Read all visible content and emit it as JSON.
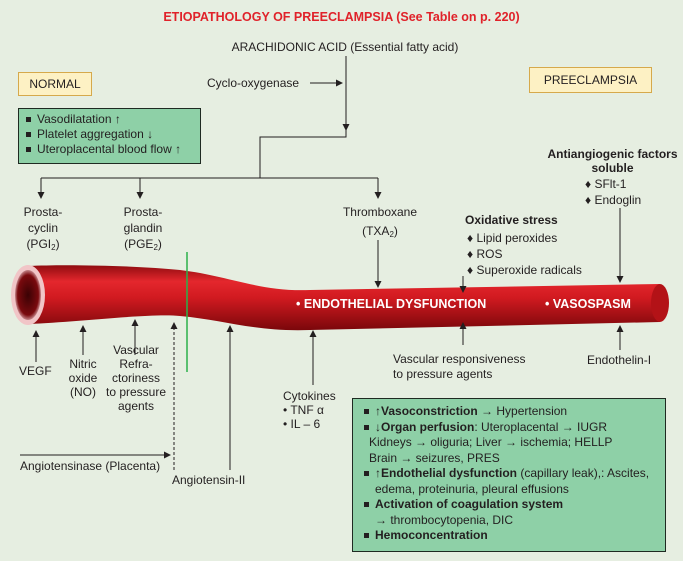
{
  "title": "ETIOPATHOLOGY OF PREECLAMPSIA (See Table on p. 220)",
  "arachidonic": "ARACHIDONIC ACID (Essential fatty acid)",
  "cyclo": "Cyclo-oxygenase",
  "normal_label": "NORMAL",
  "preeclampsia_label": "PREECLAMPSIA",
  "normal_effects": [
    "Vasodilatation ↑",
    "Platelet aggregation ↓",
    "Uteroplacental blood flow ↑"
  ],
  "prostacyclin": {
    "line1": "Prosta-",
    "line2": "cyclin",
    "abbr": "(PGI",
    "sub": "2",
    "close": ")"
  },
  "prostaglandin": {
    "line1": "Prosta-",
    "line2": "glandin",
    "abbr": "(PGE",
    "sub": "2",
    "close": ")"
  },
  "thromboxane": {
    "line1": "Thromboxane",
    "abbr": "(TXA",
    "sub": "2",
    "close": ")"
  },
  "antiangiogenic": {
    "title1": "Antiangiogenic factors",
    "title2": "soluble",
    "items": [
      "SFlt-1",
      "Endoglin"
    ]
  },
  "oxidative": {
    "title": "Oxidative stress",
    "items": [
      "Lipid peroxides",
      "ROS",
      "Superoxide radicals"
    ]
  },
  "vessel": {
    "endothelial": "ENDOTHELIAL DYSFUNCTION",
    "vasospasm": "VASOSPASM"
  },
  "vegf": "VEGF",
  "nitric": [
    "Nitric",
    "oxide",
    "(NO)"
  ],
  "vascular_refractoriness": [
    "Vascular",
    "Refra-",
    "ctoriness",
    "to pressure",
    "agents"
  ],
  "angiotensinase": "Angiotensinase (Placenta)",
  "angiotensin2": "Angiotensin-II",
  "cytokines": {
    "title": "Cytokines",
    "items": [
      "TNF α",
      "IL – 6"
    ]
  },
  "vascular_responsiveness": [
    "Vascular responsiveness",
    "to pressure agents"
  ],
  "endothelin": "Endothelin-I",
  "effects": {
    "vasoconstriction": {
      "prefix": "↑",
      "bold": "Vasoconstriction",
      "rest": " → Hypertension"
    },
    "organ_perfusion": {
      "prefix": "↓",
      "bold": "Organ perfusion",
      "rest": ": Uteroplacental → IUGR"
    },
    "kidneys": "Kidneys → oliguria; Liver → ischemia; HELLP",
    "brain": "Brain → seizures, PRES",
    "endothelial": {
      "prefix": "↑",
      "bold": "Endothelial dysfunction",
      "rest": " (capillary leak),: Ascites,"
    },
    "edema": "edema, proteinuria, pleural effusions",
    "coagulation": "Activation of coagulation system",
    "thrombo": "→ thrombocytopenia, DIC",
    "hemo": "Hemoconcentration"
  },
  "colors": {
    "vessel": "#d8181f",
    "green_box": "#8ed0a7",
    "yellow_box": "#fdf1c4",
    "title": "#e0222a",
    "background": "#e6eee1"
  }
}
